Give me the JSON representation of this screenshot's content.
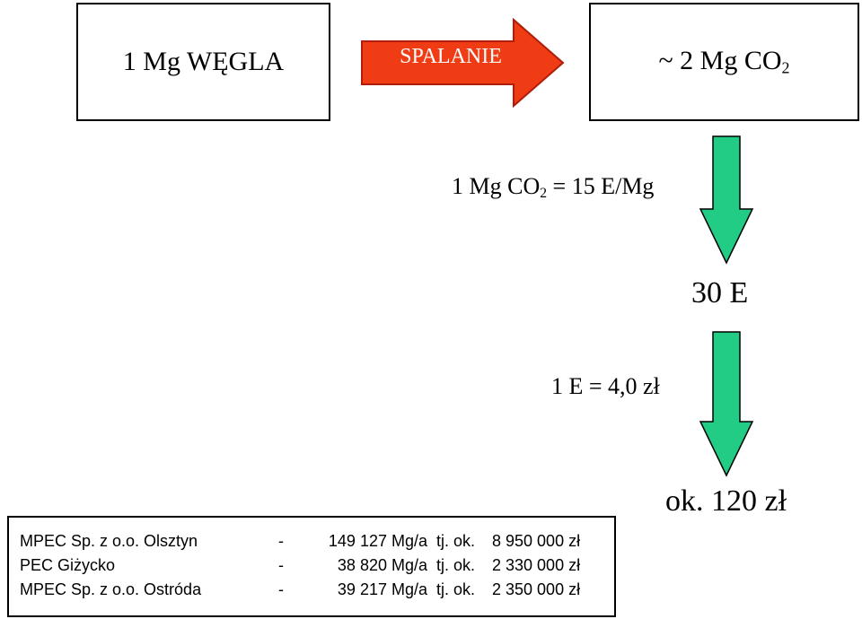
{
  "colors": {
    "red_arrow": "#f03c14",
    "red_arrow_outline": "#b01e0a",
    "green_arrow": "#22cc84",
    "green_arrow_outline": "#000000"
  },
  "icons": {
    "spalanie_arrow": "right-arrow-icon",
    "down_arrow": "down-arrow-icon"
  },
  "left_box": {
    "text": "1 Mg WĘGLA"
  },
  "spalanie": {
    "text": "SPALANIE"
  },
  "right_box": {
    "prefix": "~ 2 Mg CO",
    "subscript": "2"
  },
  "equation1": {
    "prefix": "1 Mg CO",
    "subscript": "2",
    "suffix": " = 15 E/Mg"
  },
  "result_e": {
    "text": "30 E"
  },
  "equation2": {
    "text": "1 E = 4,0 zł"
  },
  "result_pln": {
    "text": "ok. 120 zł"
  },
  "table": {
    "rows": [
      {
        "name": "MPEC Sp. z o.o. Olsztyn",
        "dash": "-",
        "mass": "149 127 Mg/a",
        "tj": "tj. ok.",
        "cost": "8 950 000 zł"
      },
      {
        "name": "PEC Giżycko",
        "dash": "-",
        "mass": "38 820 Mg/a",
        "tj": "tj. ok.",
        "cost": "2 330 000 zł"
      },
      {
        "name": "MPEC Sp. z o.o. Ostróda",
        "dash": "-",
        "mass": "39 217 Mg/a",
        "tj": "tj. ok.",
        "cost": "2 350 000 zł"
      }
    ]
  }
}
